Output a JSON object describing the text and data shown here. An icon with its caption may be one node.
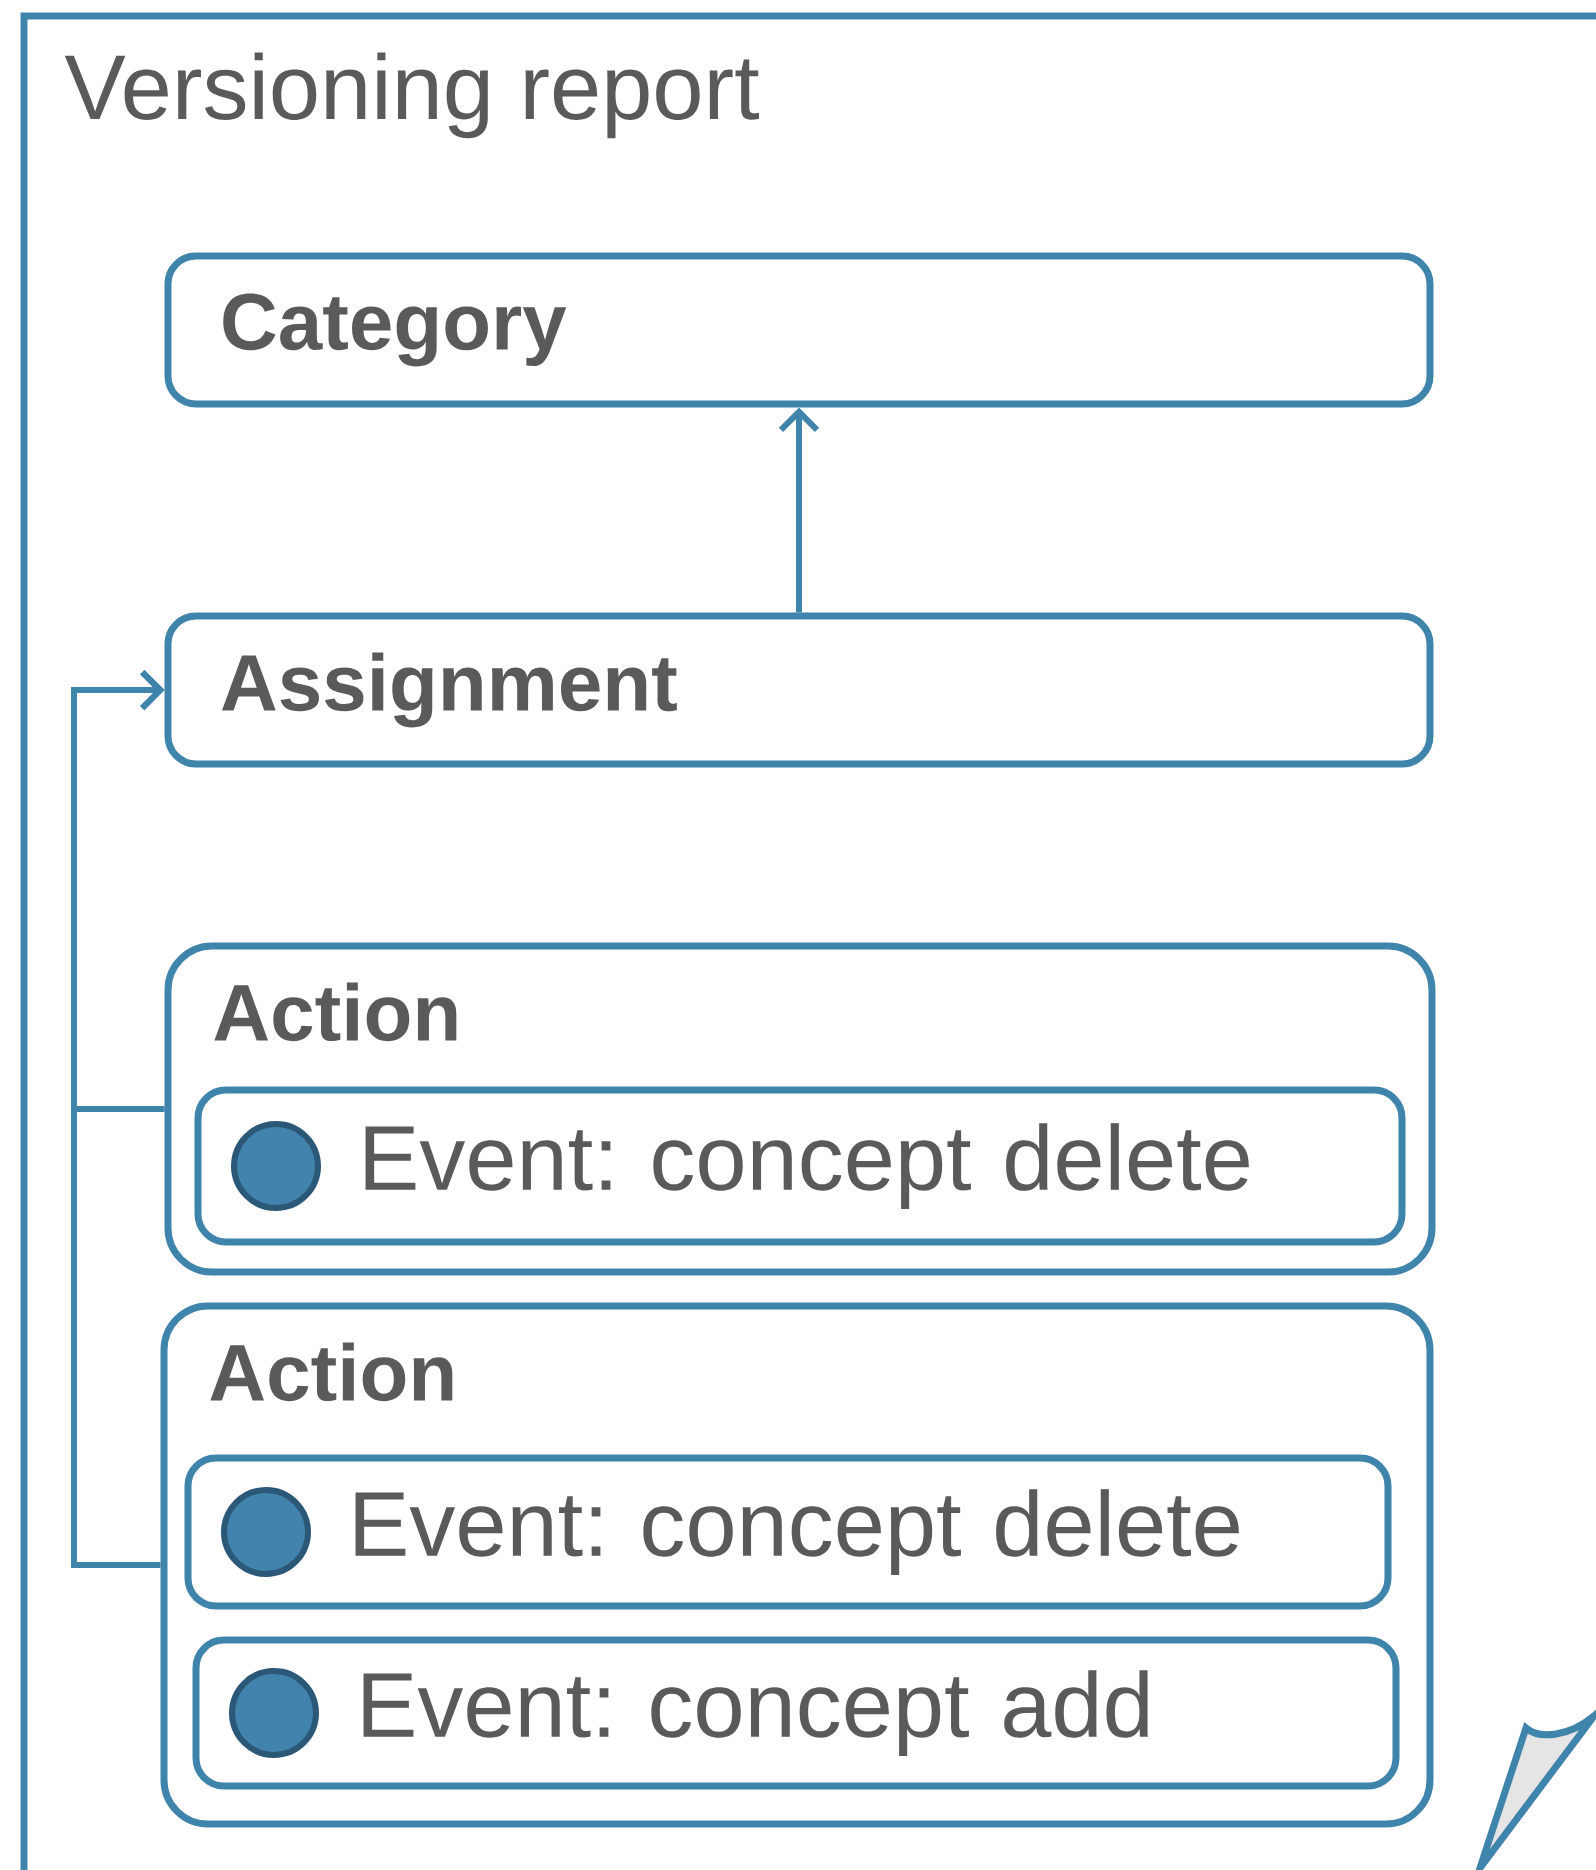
{
  "diagram": {
    "nodes": [
      {
        "text": [
          "Versioning report"
        ]
      },
      {
        "text": [
          "Category"
        ],
        "in": 0
      },
      {
        "text": [
          "Assignment"
        ],
        "in": 0
      },
      {
        "text": [
          "Action"
        ],
        "in": 0
      },
      {
        "text": [
          "Event: concept delete"
        ],
        "in": 3
      },
      {
        "text": [
          "Action"
        ],
        "in": 0
      },
      {
        "text": [
          "Event: concept delete"
        ],
        "in": 5
      },
      {
        "text": [
          "Event: concept add"
        ],
        "in": 5
      }
    ],
    "edges": [
      {
        "from": 2,
        "to": 1,
        "arrow": "to"
      },
      {
        "from": 3,
        "to": 2,
        "arrow": "to"
      },
      {
        "from": 5,
        "to": 2,
        "arrow": "to"
      }
    ]
  }
}
